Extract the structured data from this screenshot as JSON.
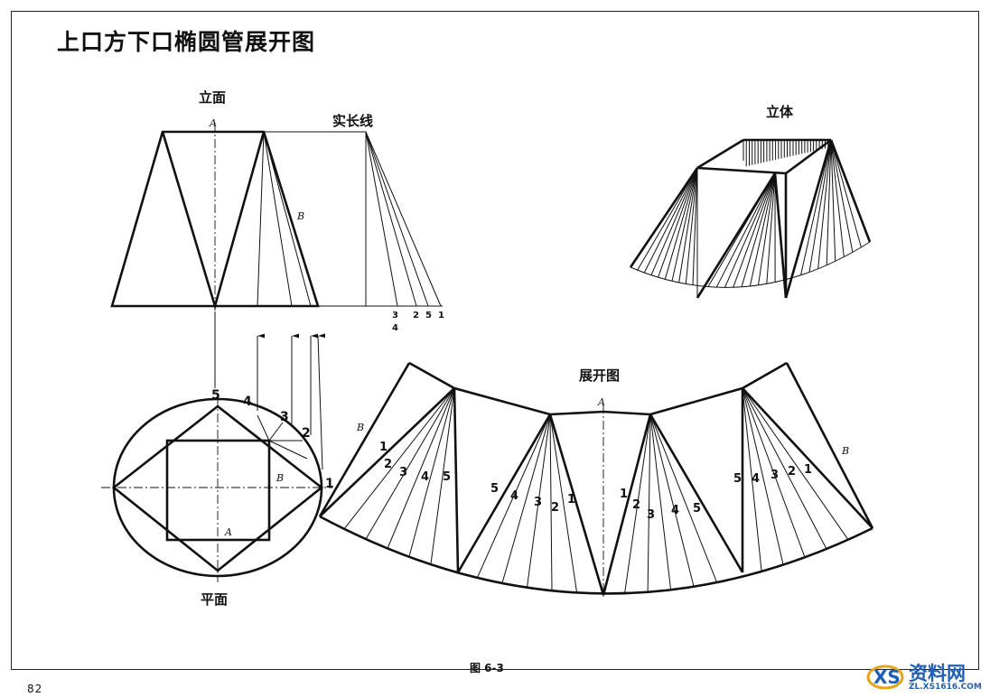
{
  "title": "上口方下口椭圆管展开图",
  "labels": {
    "elevation": "立面",
    "true_length": "实长线",
    "solid": "立体",
    "plan": "平面",
    "development": "展开图"
  },
  "point_labels": {
    "a": "A",
    "b": "B"
  },
  "plan_numbers": [
    "5",
    "4",
    "3",
    "2",
    "1"
  ],
  "true_length_numbers": [
    "3",
    "2",
    "5",
    "1",
    "4"
  ],
  "development_numbers": [
    "1",
    "2",
    "3",
    "4",
    "5"
  ],
  "caption": "图 6-3",
  "page_number": "82",
  "watermark": {
    "name": "资料网",
    "url": "ZL.XS1616.COM"
  }
}
